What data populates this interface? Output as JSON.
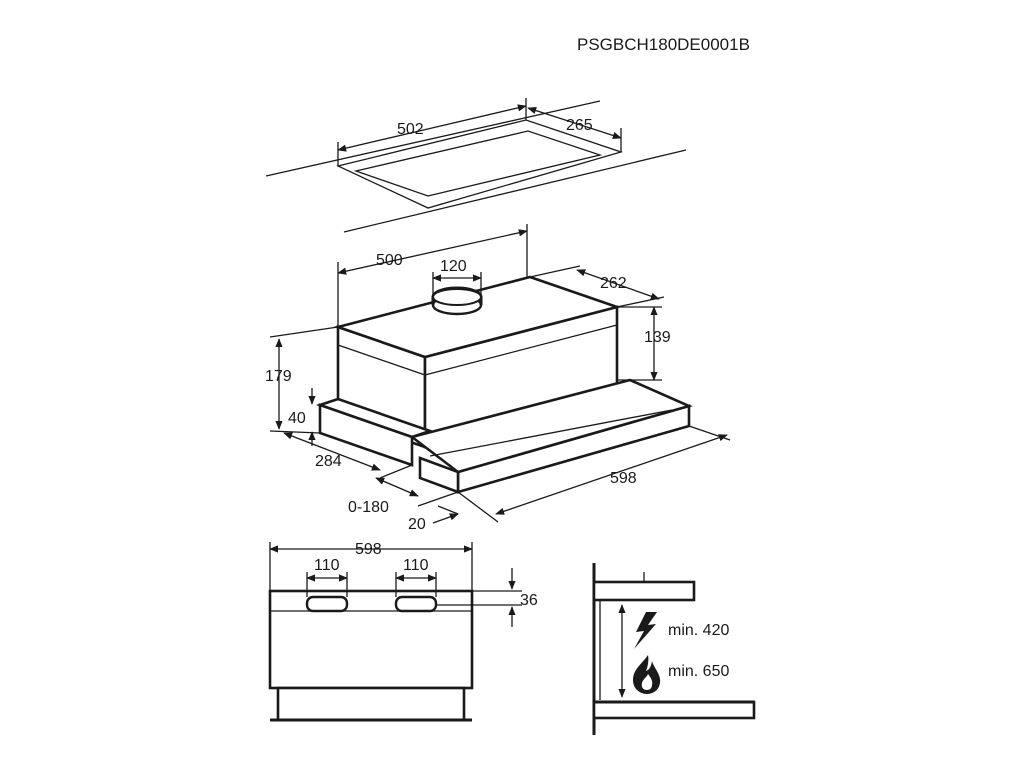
{
  "doc_code": "PSGBCH180DE0001B",
  "cutout": {
    "width": "502",
    "depth": "265"
  },
  "hood": {
    "width": "500",
    "duct": "120",
    "depth": "262",
    "height_body": "139",
    "height_total": "179",
    "front_height": "40",
    "base_depth": "284",
    "extension": "0-180",
    "front_offset": "20",
    "front_width": "598"
  },
  "front_view": {
    "width": "598",
    "outlet_left": "110",
    "outlet_right": "110",
    "outlet_height": "36"
  },
  "clearance": {
    "electric": "min. 420",
    "gas": "min. 650",
    "electric_icon": "lightning-icon",
    "gas_icon": "flame-icon"
  }
}
